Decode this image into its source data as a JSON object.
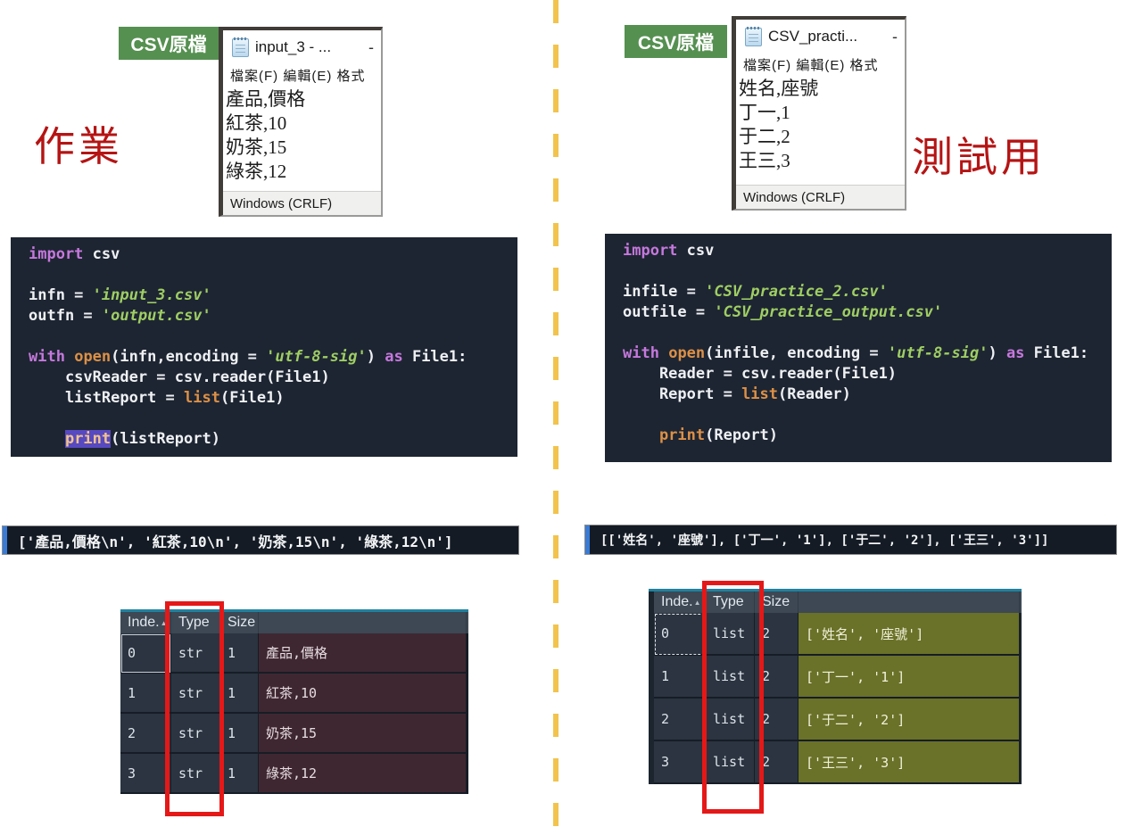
{
  "colors": {
    "tag_green": "#559050",
    "note_red": "#b51414",
    "divider_yellow": "#f2c44e",
    "code_background": "#1d2532",
    "keyword_purple": "#c678dd",
    "builtin_orange": "#dd9046",
    "string_green": "#9fce63",
    "value_col_left": "#3f2731",
    "value_col_right": "#6a7128",
    "highlight_red": "#e51818"
  },
  "left": {
    "tag": "CSV原檔",
    "annotation": "作業",
    "notepad": {
      "icon": "notepad-icon",
      "title": "input_3 - ...",
      "minimize": "-",
      "menu": "檔案(F)  編輯(E)  格式",
      "lines": [
        "產品,價格",
        "紅茶,10",
        "奶茶,15",
        "綠茶,12"
      ],
      "status": "Windows (CRLF)"
    },
    "code_lines": [
      [
        [
          "kw",
          "import"
        ],
        [
          "pl",
          " csv"
        ]
      ],
      [],
      [
        [
          "pl",
          "infn = "
        ],
        [
          "str",
          "'input_3.csv'"
        ]
      ],
      [
        [
          "pl",
          "outfn = "
        ],
        [
          "str",
          "'output.csv'"
        ]
      ],
      [],
      [
        [
          "kw",
          "with"
        ],
        [
          "pl",
          " "
        ],
        [
          "fn",
          "open"
        ],
        [
          "pl",
          "(infn,encoding = "
        ],
        [
          "str",
          "'utf-8-sig'"
        ],
        [
          "pl",
          ") "
        ],
        [
          "kw",
          "as"
        ],
        [
          "pl",
          " File1:"
        ]
      ],
      [
        [
          "pl",
          "    csvReader = csv.reader(File1)"
        ]
      ],
      [
        [
          "pl",
          "    listReport = "
        ],
        [
          "fn",
          "list"
        ],
        [
          "pl",
          "(File1)"
        ]
      ],
      [],
      [
        [
          "pl",
          "    "
        ],
        [
          "hl",
          "print"
        ],
        [
          "pl",
          "(listReport)"
        ]
      ]
    ],
    "output": "['產品,價格\\n', '紅茶,10\\n', '奶茶,15\\n', '綠茶,12\\n']",
    "table": {
      "headers": [
        "Inde.",
        "Type",
        "Size",
        ""
      ],
      "rows": [
        [
          "0",
          "str",
          "1",
          "產品,價格"
        ],
        [
          "1",
          "str",
          "1",
          "紅茶,10"
        ],
        [
          "2",
          "str",
          "1",
          "奶茶,15"
        ],
        [
          "3",
          "str",
          "1",
          "綠茶,12"
        ]
      ]
    }
  },
  "right": {
    "tag": "CSV原檔",
    "annotation": "測試用",
    "notepad": {
      "icon": "notepad-icon",
      "title": "CSV_practi...",
      "minimize": "-",
      "menu": "檔案(F)  編輯(E)  格式",
      "lines": [
        "姓名,座號",
        "丁一,1",
        "于二,2",
        "王三,3"
      ],
      "status": "Windows (CRLF)"
    },
    "code_lines": [
      [
        [
          "kw",
          "import"
        ],
        [
          "pl",
          " csv"
        ]
      ],
      [],
      [
        [
          "pl",
          "infile = "
        ],
        [
          "str",
          "'CSV_practice_2.csv'"
        ]
      ],
      [
        [
          "pl",
          "outfile = "
        ],
        [
          "str",
          "'CSV_practice_output.csv'"
        ]
      ],
      [],
      [
        [
          "kw",
          "with"
        ],
        [
          "pl",
          " "
        ],
        [
          "fn",
          "open"
        ],
        [
          "pl",
          "(infile, encoding = "
        ],
        [
          "str",
          "'utf-8-sig'"
        ],
        [
          "pl",
          ") "
        ],
        [
          "kw",
          "as"
        ],
        [
          "pl",
          " File1:"
        ]
      ],
      [
        [
          "pl",
          "    Reader = csv.reader(File1)"
        ]
      ],
      [
        [
          "pl",
          "    Report = "
        ],
        [
          "fn",
          "list"
        ],
        [
          "pl",
          "(Reader)"
        ]
      ],
      [],
      [
        [
          "pl",
          "    "
        ],
        [
          "fn",
          "print"
        ],
        [
          "pl",
          "(Report)"
        ]
      ]
    ],
    "output": "[['姓名', '座號'], ['丁一', '1'], ['于二', '2'], ['王三', '3']]",
    "table": {
      "headers": [
        "Inde.",
        "Type",
        "Size",
        ""
      ],
      "rows": [
        [
          "0",
          "list",
          "2",
          "['姓名', '座號']"
        ],
        [
          "1",
          "list",
          "2",
          "['丁一', '1']"
        ],
        [
          "2",
          "list",
          "2",
          "['于二', '2']"
        ],
        [
          "3",
          "list",
          "2",
          "['王三', '3']"
        ]
      ]
    }
  }
}
